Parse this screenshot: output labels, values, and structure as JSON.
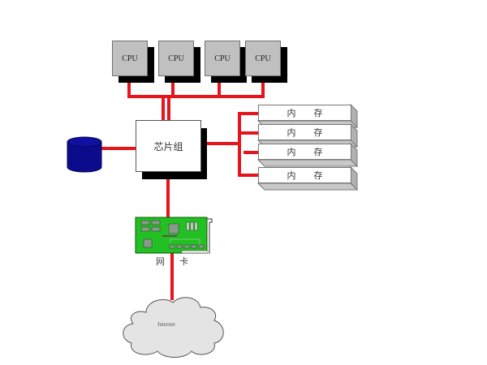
{
  "diagram": {
    "title": "",
    "cpus": [
      {
        "label": "CPU"
      },
      {
        "label": "CPU"
      },
      {
        "label": "CPU"
      },
      {
        "label": "CPU"
      }
    ],
    "chipset": {
      "label": "芯片组"
    },
    "disk": {
      "icon": "disk-cylinder-icon",
      "color": "#0b0b8c"
    },
    "memory": [
      {
        "label_a": "内",
        "label_b": "存"
      },
      {
        "label_a": "内",
        "label_b": "存"
      },
      {
        "label_a": "内",
        "label_b": "存"
      },
      {
        "label_a": "内",
        "label_b": "存"
      }
    ],
    "network_card": {
      "label_a": "网",
      "label_b": "卡",
      "icon": "network-card-icon",
      "color": "#22c022"
    },
    "internet": {
      "label": "Internet",
      "icon": "cloud-icon"
    },
    "connector_color": "#e8141c"
  }
}
